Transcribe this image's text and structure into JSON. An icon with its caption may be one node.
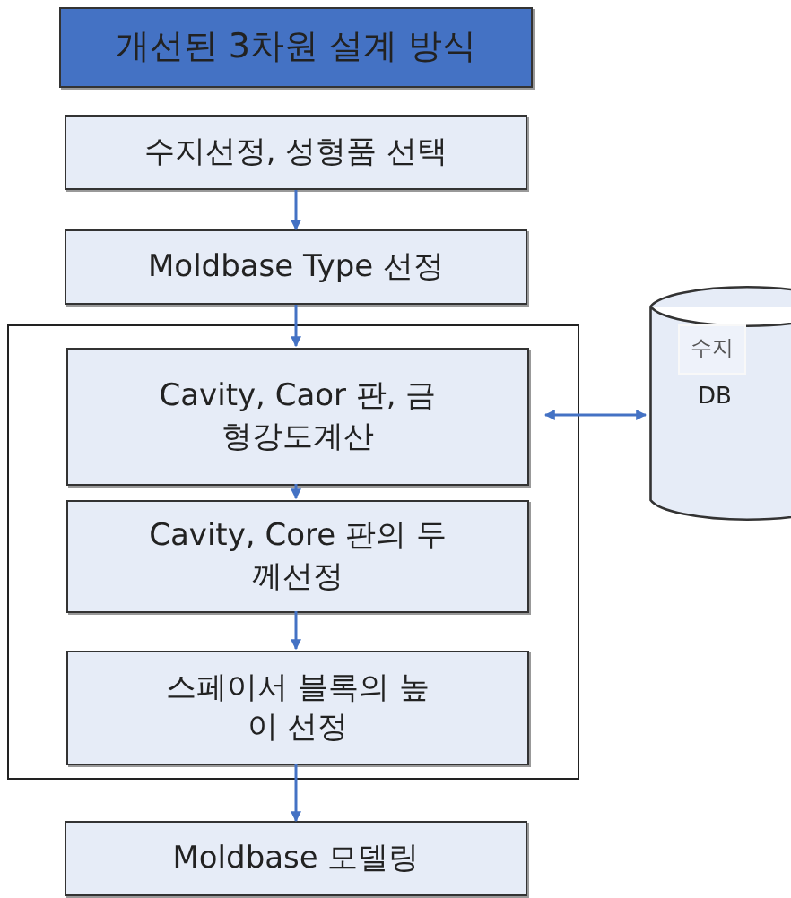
{
  "diagram": {
    "nodes": [
      {
        "text": [
          "개선된 3차원 설계 방식"
        ]
      },
      {
        "text": [
          "수지선정, 성형품 선택"
        ]
      },
      {
        "text": [
          "Moldbase Type 선정"
        ]
      },
      {
        "text": [],
        "shape": "box"
      },
      {
        "text": [
          "Cavity, Caor 판, 금형강도계산"
        ],
        "in": 3
      },
      {
        "text": [
          "Cavity, Core 판의 두께선정"
        ],
        "in": 3
      },
      {
        "text": [
          "스페이서 블록의 높이 선정"
        ],
        "in": 3
      },
      {
        "text": [
          "Moldbase 모델링"
        ]
      },
      {
        "text": [
          "DB"
        ]
      },
      {
        "text": [
          "수지"
        ],
        "in": 8
      }
    ],
    "edges": [
      {
        "from": 1,
        "to": 2,
        "arrow": "to"
      },
      {
        "from": 2,
        "to": 4,
        "arrow": "to"
      },
      {
        "from": 4,
        "to": 5,
        "arrow": "to"
      },
      {
        "from": 5,
        "to": 6,
        "arrow": "to"
      },
      {
        "from": 6,
        "to": 7,
        "arrow": "to"
      },
      {
        "from": 4,
        "to": 8,
        "arrow": "both"
      }
    ]
  }
}
